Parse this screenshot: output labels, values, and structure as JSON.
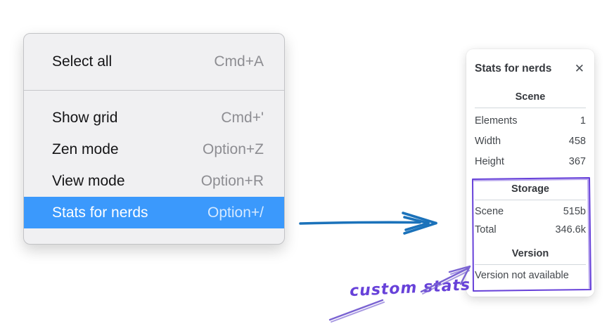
{
  "context_menu": {
    "group1": [
      {
        "label": "Select all",
        "shortcut": "Cmd+A"
      }
    ],
    "group2": [
      {
        "label": "Show grid",
        "shortcut": "Cmd+'"
      },
      {
        "label": "Zen mode",
        "shortcut": "Option+Z"
      },
      {
        "label": "View mode",
        "shortcut": "Option+R"
      },
      {
        "label": "Stats for nerds",
        "shortcut": "Option+/",
        "selected": true
      }
    ],
    "highlight_color": "#3b99fc"
  },
  "stats_panel": {
    "title": "Stats for nerds",
    "close_label": "✕",
    "scene": {
      "heading": "Scene",
      "rows": [
        {
          "label": "Elements",
          "value": "1"
        },
        {
          "label": "Width",
          "value": "458"
        },
        {
          "label": "Height",
          "value": "367"
        }
      ]
    },
    "storage": {
      "heading": "Storage",
      "rows": [
        {
          "label": "Scene",
          "value": "515b"
        },
        {
          "label": "Total",
          "value": "346.6k"
        }
      ]
    },
    "version": {
      "heading": "Version",
      "note": "Version not available"
    }
  },
  "annotation": {
    "label": "custom stats",
    "color": "#6741d9"
  },
  "connector_arrow_color": "#1b72ba"
}
